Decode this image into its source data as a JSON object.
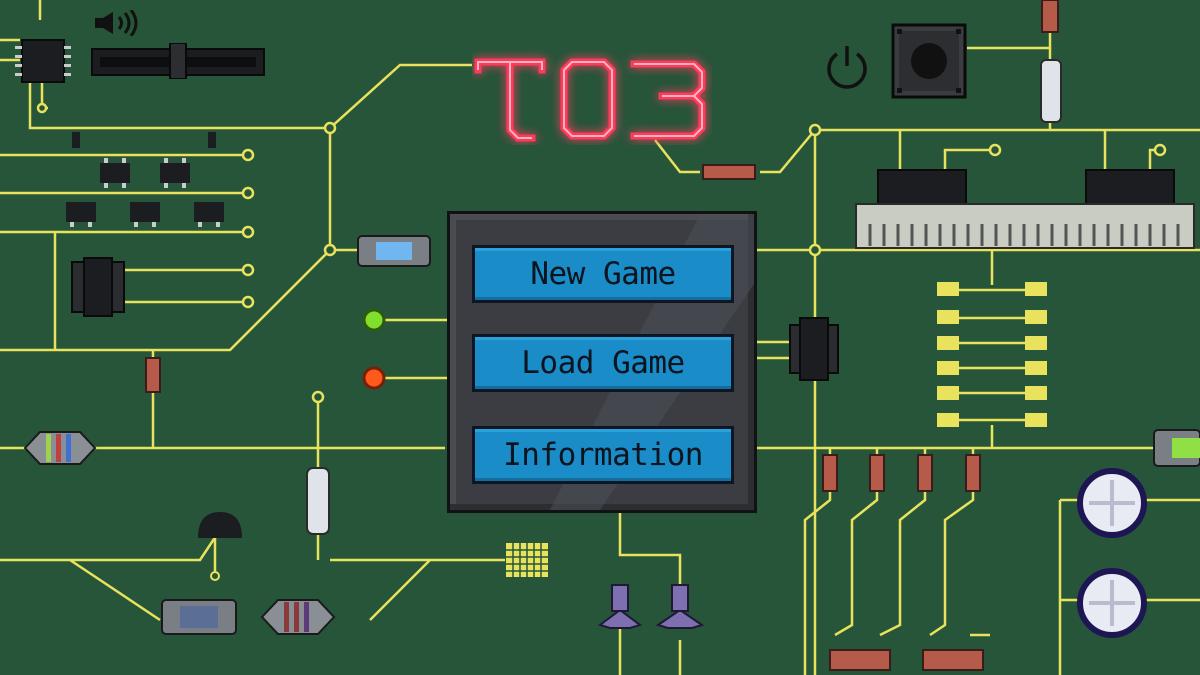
{
  "title": {
    "text": "T03",
    "glow_color": "#ff3b5c"
  },
  "menu": {
    "items": [
      {
        "label": "New Game"
      },
      {
        "label": "Load Game"
      },
      {
        "label": "Information"
      }
    ]
  },
  "volume": {
    "icon": "speaker-icon",
    "level": 0.5
  },
  "power": {
    "icon": "power-icon"
  },
  "indicators": {
    "green": "#7ee02a",
    "red": "#ff5a1a"
  },
  "colors": {
    "board": "#26553a",
    "trace": "#e9e25c",
    "button": "#1a8cc7",
    "panel": "#3b3d42"
  }
}
